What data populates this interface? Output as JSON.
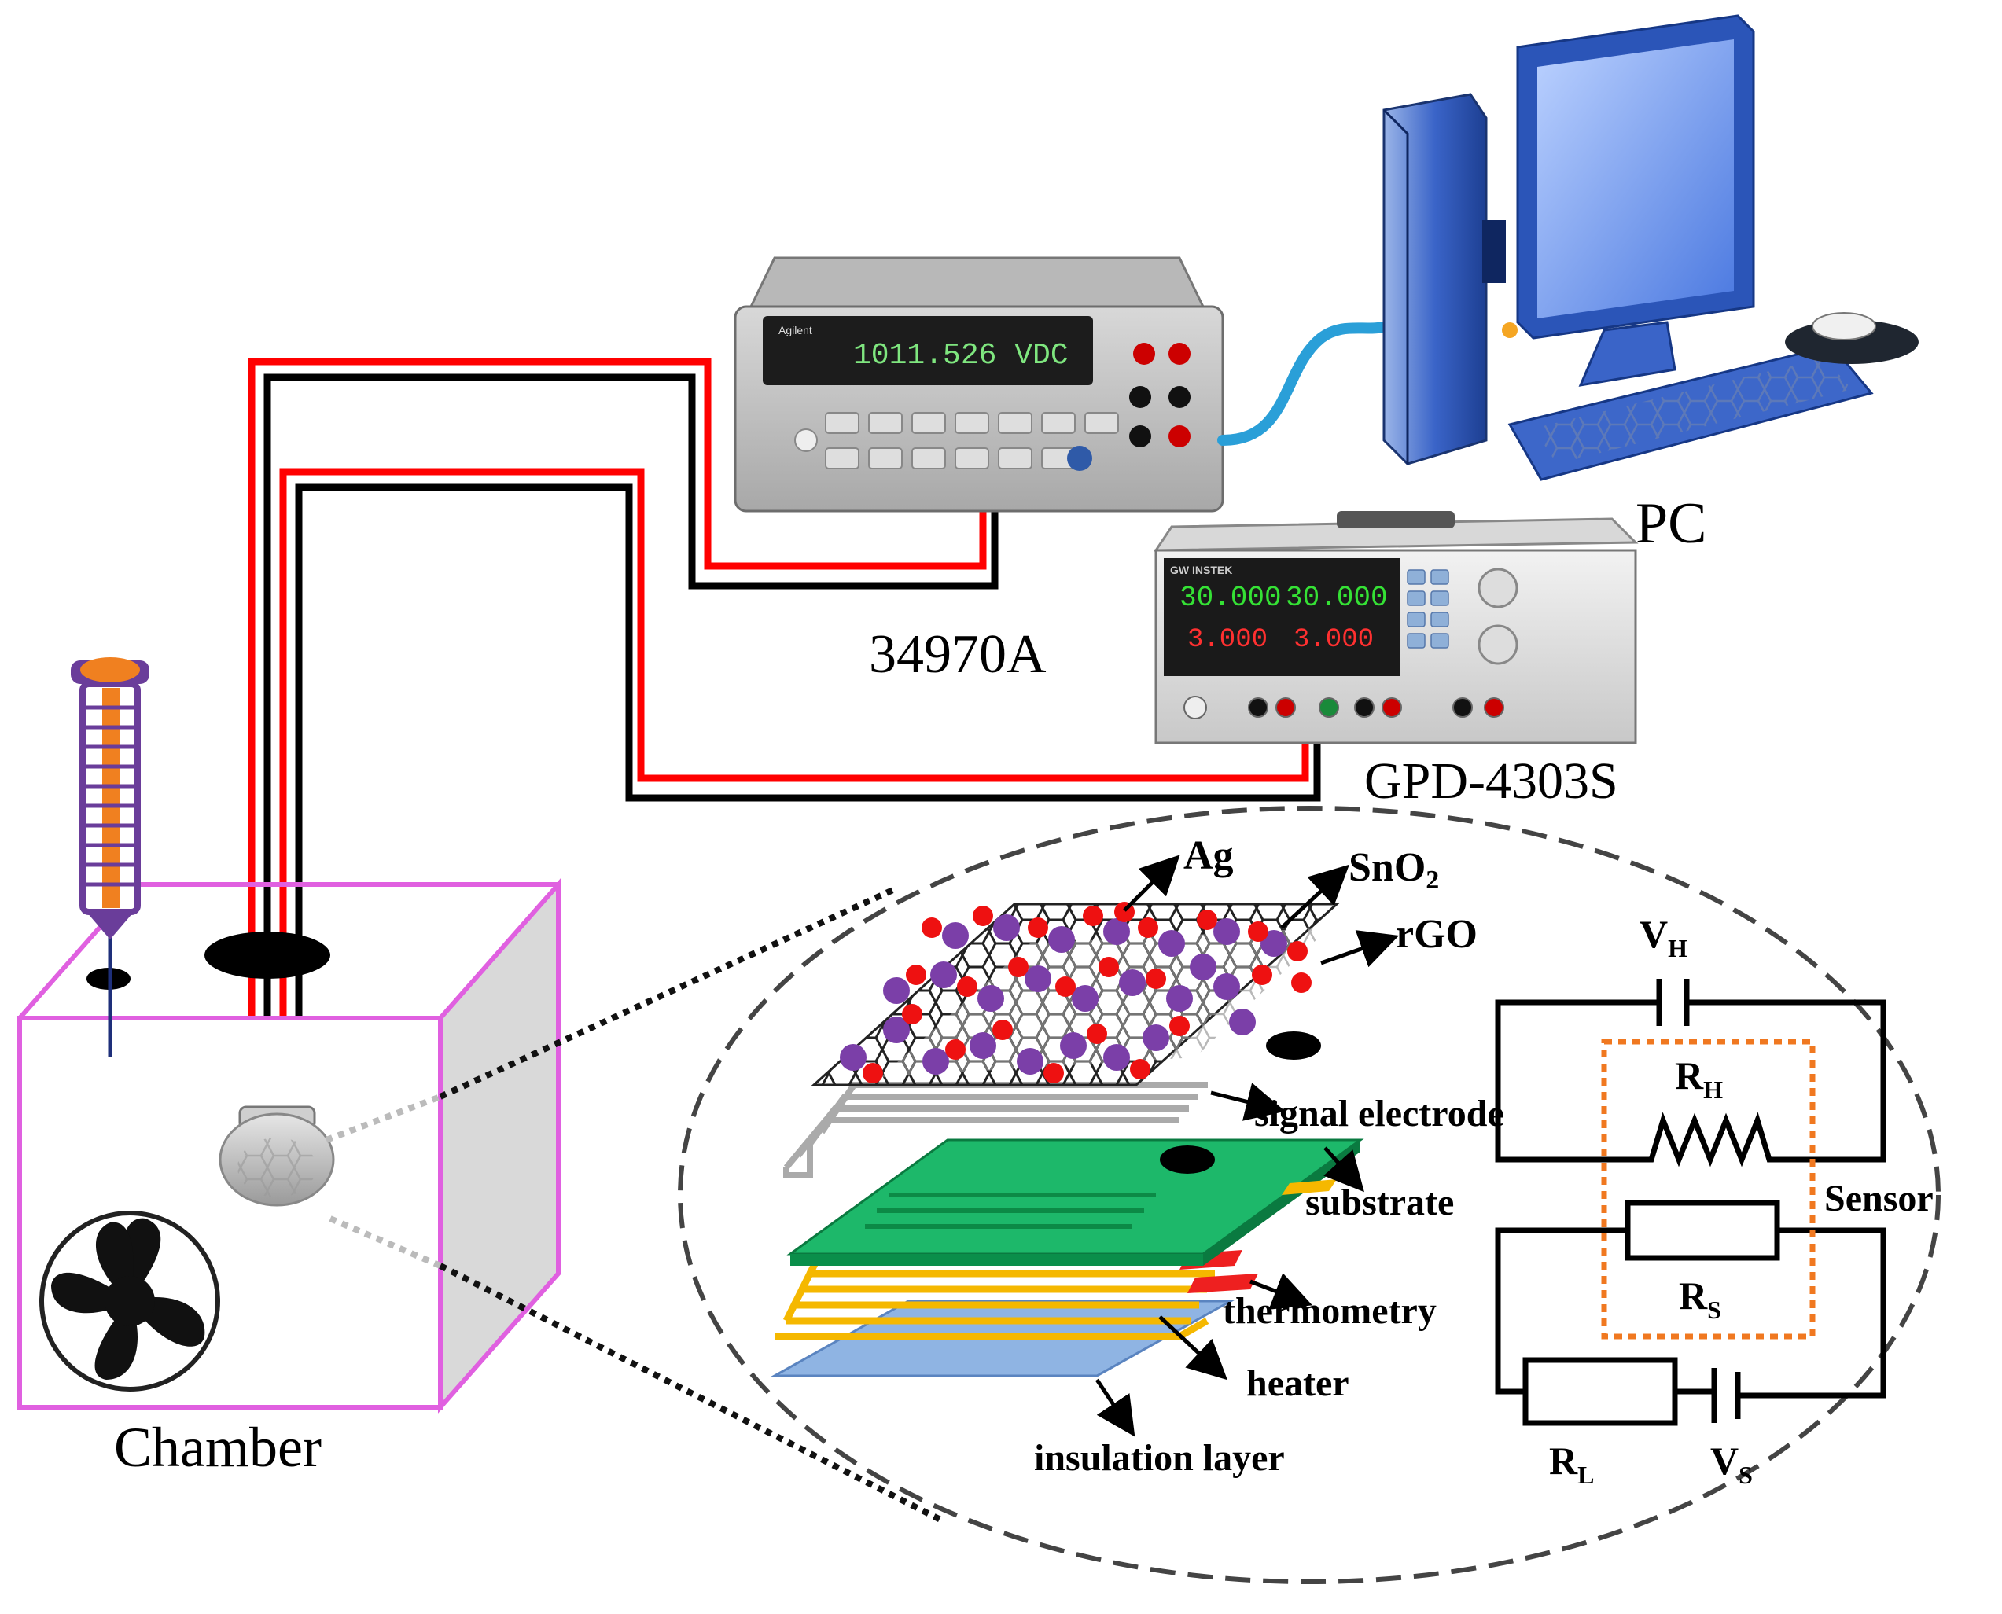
{
  "labels": {
    "pc": "PC",
    "multimeter_model": "34970A",
    "power_supply_model": "GPD-4303S",
    "chamber": "Chamber",
    "ag": "Ag",
    "sno2_base": "SnO",
    "sno2_sub": "2",
    "rgo": "rGO",
    "signal_electrode": "signal electrode",
    "substrate": "substrate",
    "thermometry": "thermometry",
    "heater": "heater",
    "insulation_layer": "insulation layer",
    "sensor": "Sensor",
    "vh_base": "V",
    "vh_sub": "H",
    "rh_base": "R",
    "rh_sub": "H",
    "rs_base": "R",
    "rs_sub": "S",
    "rl_base": "R",
    "rl_sub": "L",
    "vs_base": "V",
    "vs_sub": "S"
  },
  "multimeter": {
    "brand": "Agilent",
    "display": "1011.526 VDC"
  },
  "power_supply": {
    "brand": "GW INSTEK",
    "display_v1": "30.000",
    "display_v2": "30.000",
    "display_a1": "3.000",
    "display_a2": "3.000"
  },
  "colors": {
    "wire_red": "#ff0000",
    "wire_black": "#000000",
    "chamber_edge": "#e060e0",
    "substrate": "#1db86a",
    "heater": "#f5b800",
    "insulation": "#8fb4e3",
    "ag_particle": "#ee1111",
    "sno2_particle": "#7b3fa8",
    "sensor_box": "#f07820",
    "usb_cable": "#2a9fd8"
  }
}
